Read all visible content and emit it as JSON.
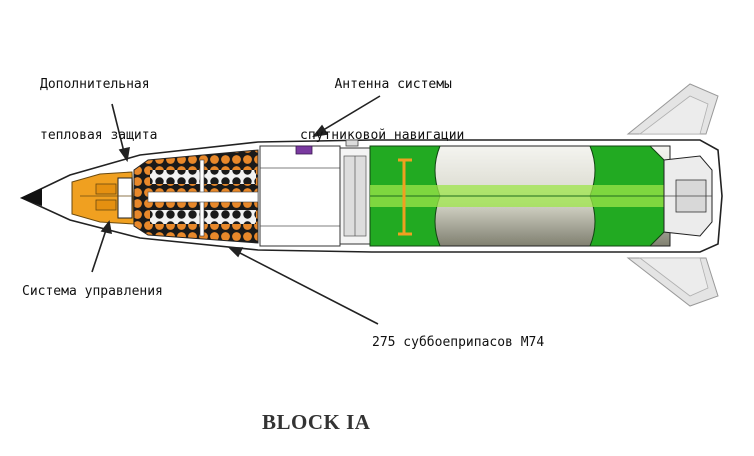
{
  "labels": {
    "thermal": [
      "Дополнительная",
      "тепловая защита"
    ],
    "antenna": [
      "Антенна системы",
      "спутниковой навигации"
    ],
    "guidance": "Система управления",
    "submunitions": "275 суббоеприпасов М74"
  },
  "title": "BLOCK IA",
  "colors": {
    "guidance": "#f0a020",
    "payload": "#e8882a",
    "motor_casing": "#22aa22",
    "antenna": "#7a3aa0",
    "fins": "#e4e4e4"
  }
}
